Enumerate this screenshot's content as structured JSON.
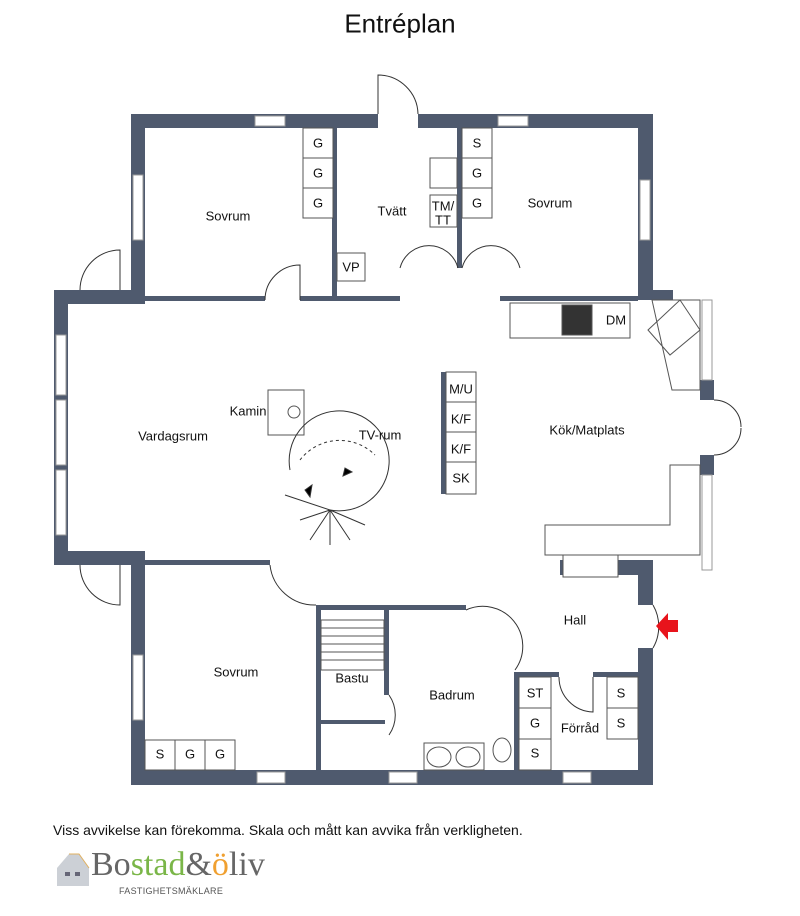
{
  "title": "Entréplan",
  "rooms": {
    "sovrum_nw": "Sovrum",
    "tvatt": "Tvätt",
    "sovrum_ne": "Sovrum",
    "vardagsrum": "Vardagsrum",
    "kamin": "Kamin",
    "tv_rum": "TV-rum",
    "kok": "Kök/Matplats",
    "hall": "Hall",
    "sovrum_sw": "Sovrum",
    "bastu": "Bastu",
    "badrum": "Badrum",
    "forrad": "Förråd"
  },
  "fixtures": {
    "nw_closets": [
      "G",
      "G",
      "G"
    ],
    "ne_closets": [
      "S",
      "G",
      "G"
    ],
    "vp": "VP",
    "tm_tt": [
      "TM/",
      "TT"
    ],
    "dm": "DM",
    "center_closets": [
      "M/U",
      "K/F",
      "K/F",
      "SK"
    ],
    "sw_closets": [
      "S",
      "G",
      "G"
    ],
    "bath_closets": [
      "ST",
      "G",
      "S"
    ],
    "forrad_closets": [
      "S",
      "S"
    ]
  },
  "disclaimer": "Viss avvikelse kan förekomma. Skala och mått kan avvika från verkligheten.",
  "logo": {
    "part1": "Bo",
    "part2": "stad",
    "part3": "&",
    "part4": "ö",
    "part5": "liv",
    "subtitle": "FASTIGHETSMÄKLARE"
  },
  "colors": {
    "wall": "#4f5a6e",
    "entry_arrow": "#e8141c"
  }
}
